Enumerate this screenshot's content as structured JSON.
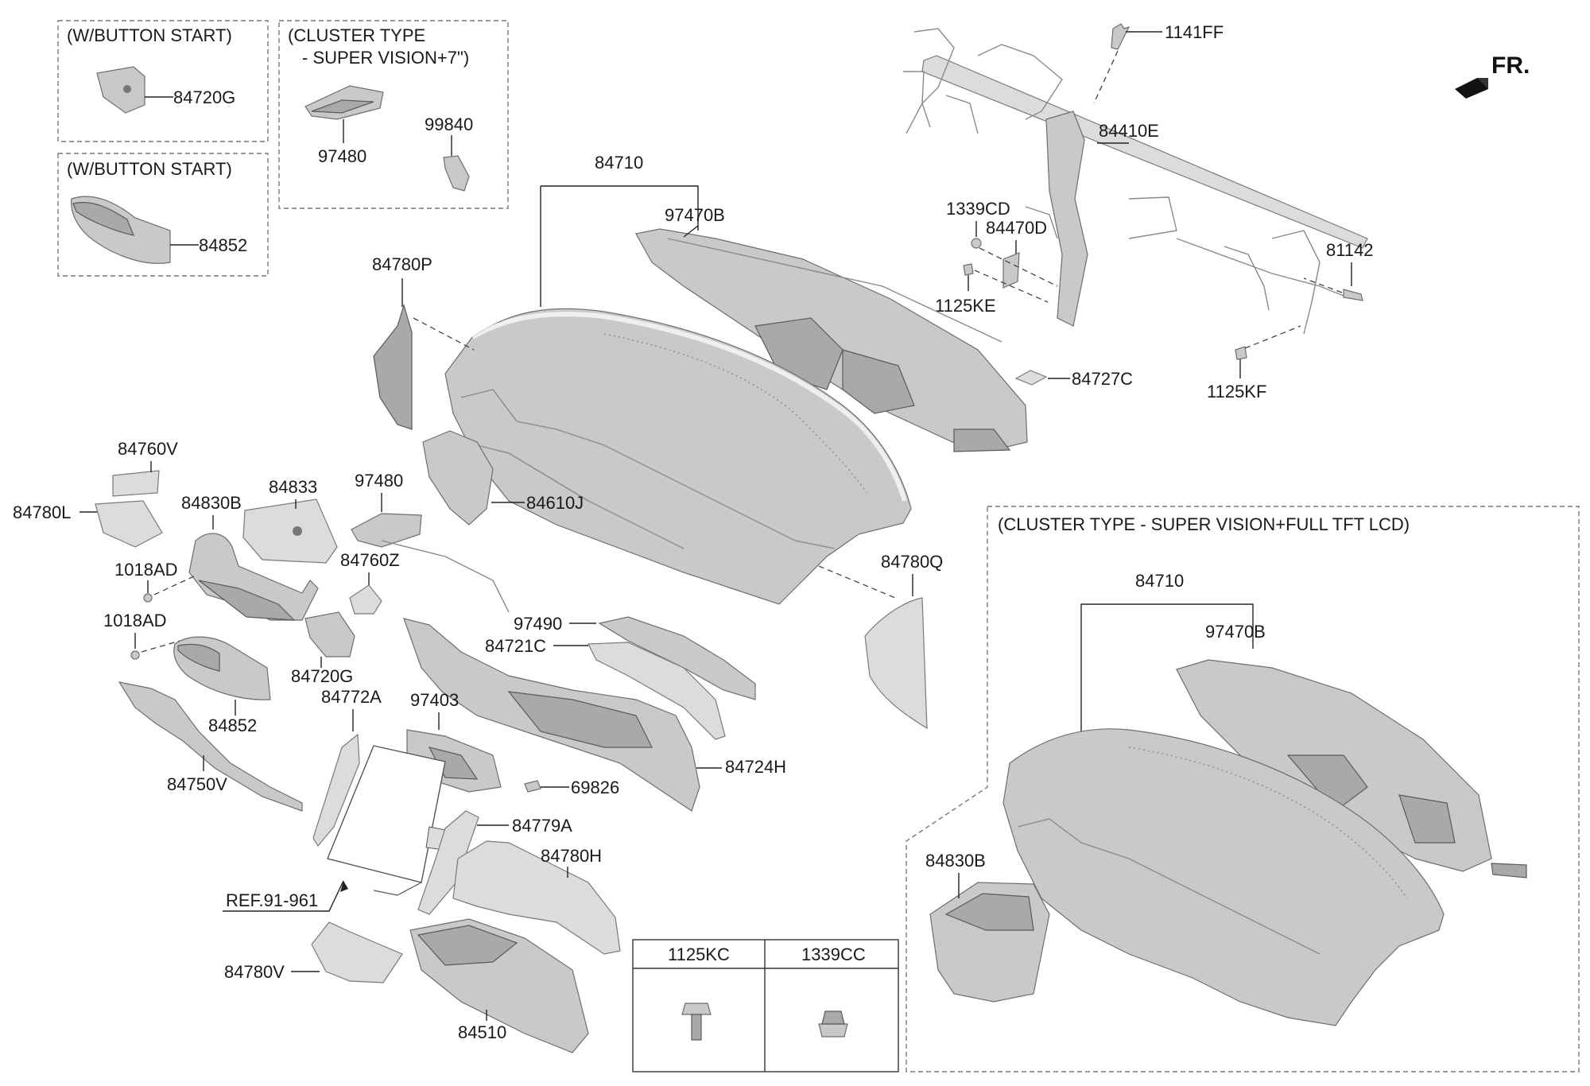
{
  "orientation": {
    "label": "FR."
  },
  "boxes": {
    "button_start_1": {
      "title": "(W/BUTTON START)"
    },
    "button_start_2": {
      "title": "(W/BUTTON START)"
    },
    "cluster_7": {
      "title_line1": "(CLUSTER TYPE",
      "title_line2": "- SUPER VISION+7\")"
    },
    "cluster_tft": {
      "title": "(CLUSTER TYPE - SUPER VISION+FULL TFT LCD)"
    }
  },
  "labels": {
    "p84720G_box": "84720G",
    "p84852_box": "84852",
    "p97480_box": "97480",
    "p99840": "99840",
    "p84710": "84710",
    "p97470B": "97470B",
    "p1141FF": "1141FF",
    "p84410E": "84410E",
    "p1339CD": "1339CD",
    "p84470D": "84470D",
    "p81142": "81142",
    "p1125KE": "1125KE",
    "p84727C": "84727C",
    "p1125KF": "1125KF",
    "p84780P": "84780P",
    "p84610J": "84610J",
    "p84760V": "84760V",
    "p84780L": "84780L",
    "p84830B": "84830B",
    "p84833": "84833",
    "p97480": "97480",
    "p1018AD_1": "1018AD",
    "p1018AD_2": "1018AD",
    "p84760Z": "84760Z",
    "p84720G": "84720G",
    "p84852": "84852",
    "p84750V": "84750V",
    "p84772A": "84772A",
    "p97490": "97490",
    "p84721C": "84721C",
    "p97403": "97403",
    "p69826": "69826",
    "p84724H": "84724H",
    "p84780Q": "84780Q",
    "p84779A": "84779A",
    "p84780H": "84780H",
    "ref": "REF.91-961",
    "p84780V": "84780V",
    "p84510": "84510",
    "tft_84710": "84710",
    "tft_97470B": "97470B",
    "tft_84830B": "84830B"
  },
  "fastener_table": {
    "headers": [
      "1125KC",
      "1339CC"
    ]
  }
}
